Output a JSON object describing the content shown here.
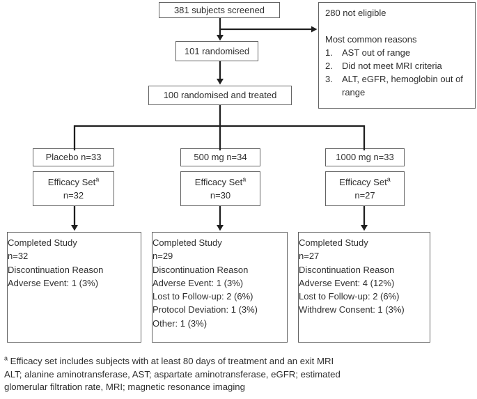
{
  "colors": {
    "line": "#1f1f1f",
    "box_border": "#636363",
    "text": "#2e2e2e",
    "background": "#ffffff"
  },
  "flow": {
    "screened": "381 subjects screened",
    "not_eligible": {
      "title": "280 not eligible",
      "subtitle": "Most common reasons",
      "reasons": [
        {
          "num": "1.",
          "text": "AST out of range"
        },
        {
          "num": "2.",
          "text": "Did not meet MRI criteria"
        },
        {
          "num": "3.",
          "text": "ALT, eGFR, hemoglobin out of range"
        }
      ]
    },
    "randomised": "101 randomised",
    "randomised_treated": "100 randomised and treated",
    "arms": [
      {
        "label": "Placebo n=33",
        "efficacy_label": "Efficacy Set",
        "efficacy_sup": "a",
        "efficacy_n": "n=32",
        "completed_lines": [
          "Completed Study",
          "n=32",
          "Discontinuation Reason",
          "Adverse Event: 1 (3%)"
        ]
      },
      {
        "label": "500 mg n=34",
        "efficacy_label": "Efficacy Set",
        "efficacy_sup": "a",
        "efficacy_n": "n=30",
        "completed_lines": [
          "Completed Study",
          "n=29",
          "Discontinuation Reason",
          "Adverse Event: 1 (3%)",
          "Lost to Follow-up: 2 (6%)",
          "Protocol Deviation: 1 (3%)",
          "Other: 1 (3%)"
        ]
      },
      {
        "label": "1000 mg n=33",
        "efficacy_label": "Efficacy Set",
        "efficacy_sup": "a",
        "efficacy_n": "n=27",
        "completed_lines": [
          "Completed Study",
          "n=27",
          "Discontinuation Reason",
          "Adverse Event: 4 (12%)",
          "Lost to Follow-up: 2 (6%)",
          "Withdrew Consent: 1 (3%)"
        ]
      }
    ],
    "footnotes": {
      "sup": "a",
      "line1": " Efficacy set includes subjects with at least 80 days of treatment and an exit MRI",
      "line2": "ALT; alanine aminotransferase, AST; aspartate aminotransferase, eGFR; estimated",
      "line3": "glomerular filtration rate, MRI; magnetic resonance imaging"
    }
  }
}
